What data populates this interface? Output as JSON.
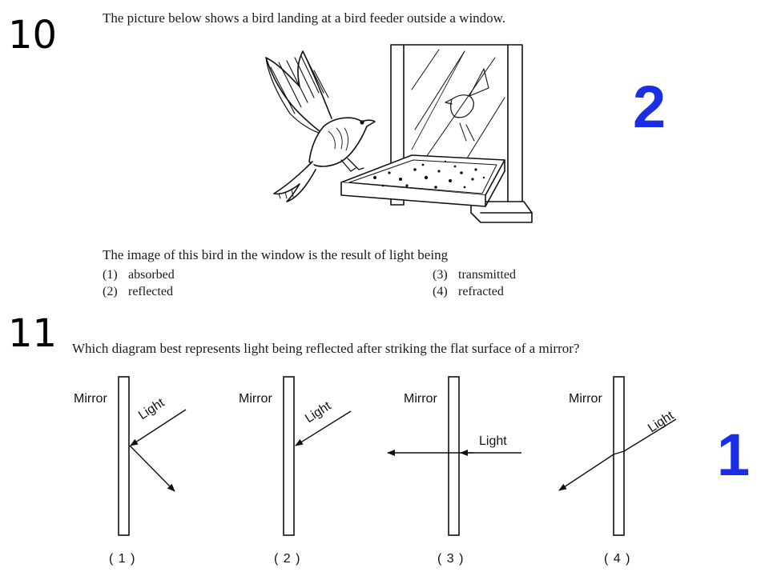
{
  "q10": {
    "number": "10",
    "stem": "The picture below shows a bird landing at a bird feeder outside a window.",
    "question": "The image of this bird in the window is the result of light being",
    "choices": [
      {
        "num": "(1)",
        "text": "absorbed"
      },
      {
        "num": "(2)",
        "text": "reflected"
      },
      {
        "num": "(3)",
        "text": "transmitted"
      },
      {
        "num": "(4)",
        "text": "refracted"
      }
    ],
    "answer": "2"
  },
  "q11": {
    "number": "11",
    "stem": "Which diagram best represents light being reflected after striking the flat surface of a mirror?",
    "diagrams": [
      {
        "mirror_label": "Mirror",
        "light_label": "Light",
        "caption": "( 1 )"
      },
      {
        "mirror_label": "Mirror",
        "light_label": "Light",
        "caption": "( 2 )"
      },
      {
        "mirror_label": "Mirror",
        "light_label": "Light",
        "caption": "( 3 )"
      },
      {
        "mirror_label": "Mirror",
        "light_label": "Light",
        "caption": "( 4 )"
      }
    ],
    "answer": "1"
  },
  "colors": {
    "answer": "#1a2ee6",
    "ink": "#111111"
  }
}
